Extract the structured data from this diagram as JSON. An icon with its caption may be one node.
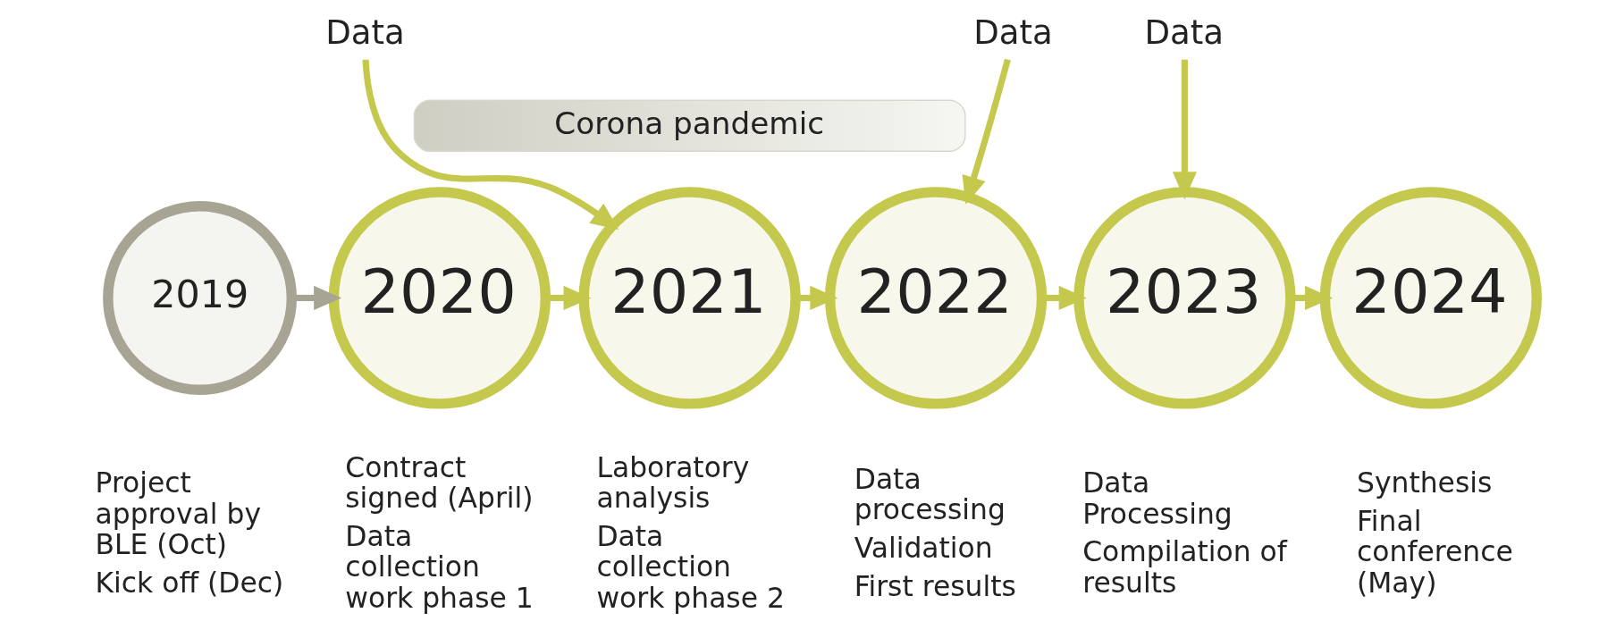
{
  "diagram": {
    "nodes": [
      {
        "text": [
          "2019"
        ],
        "beside": [
          "Project approval by BLE (Oct)",
          "Kick off (Dec)"
        ]
      },
      {
        "text": [
          "2020"
        ],
        "beside": [
          "Contract signed (April)",
          "Data collection work phase 1"
        ]
      },
      {
        "text": [
          "2021"
        ],
        "beside": [
          "Laboratory analysis",
          "Data collection work phase 2"
        ]
      },
      {
        "text": [
          "2022"
        ],
        "beside": [
          "Data processing",
          "Validation",
          "First results"
        ]
      },
      {
        "text": [
          "2023"
        ],
        "beside": [
          "Data Processing",
          "Compilation of results"
        ]
      },
      {
        "text": [
          "2024"
        ],
        "beside": [
          "Synthesis",
          "Final conference (May)"
        ]
      },
      {
        "text": [
          "Corona pandemic"
        ]
      },
      {
        "text": [
          "Data"
        ]
      },
      {
        "text": [
          "Data"
        ]
      },
      {
        "text": [
          "Data"
        ]
      }
    ],
    "edges": [
      {
        "from": 0,
        "to": 1,
        "arrow": "to",
        "color": "#a8a493"
      },
      {
        "from": 1,
        "to": 2,
        "arrow": "to"
      },
      {
        "from": 2,
        "to": 3,
        "arrow": "to"
      },
      {
        "from": 3,
        "to": 4,
        "arrow": "to"
      },
      {
        "from": 4,
        "to": 5,
        "arrow": "to"
      },
      {
        "from": 7,
        "to": 2,
        "arrow": "to"
      },
      {
        "from": 8,
        "to": 3,
        "arrow": "to"
      },
      {
        "from": 9,
        "to": 4,
        "arrow": "to"
      }
    ]
  }
}
